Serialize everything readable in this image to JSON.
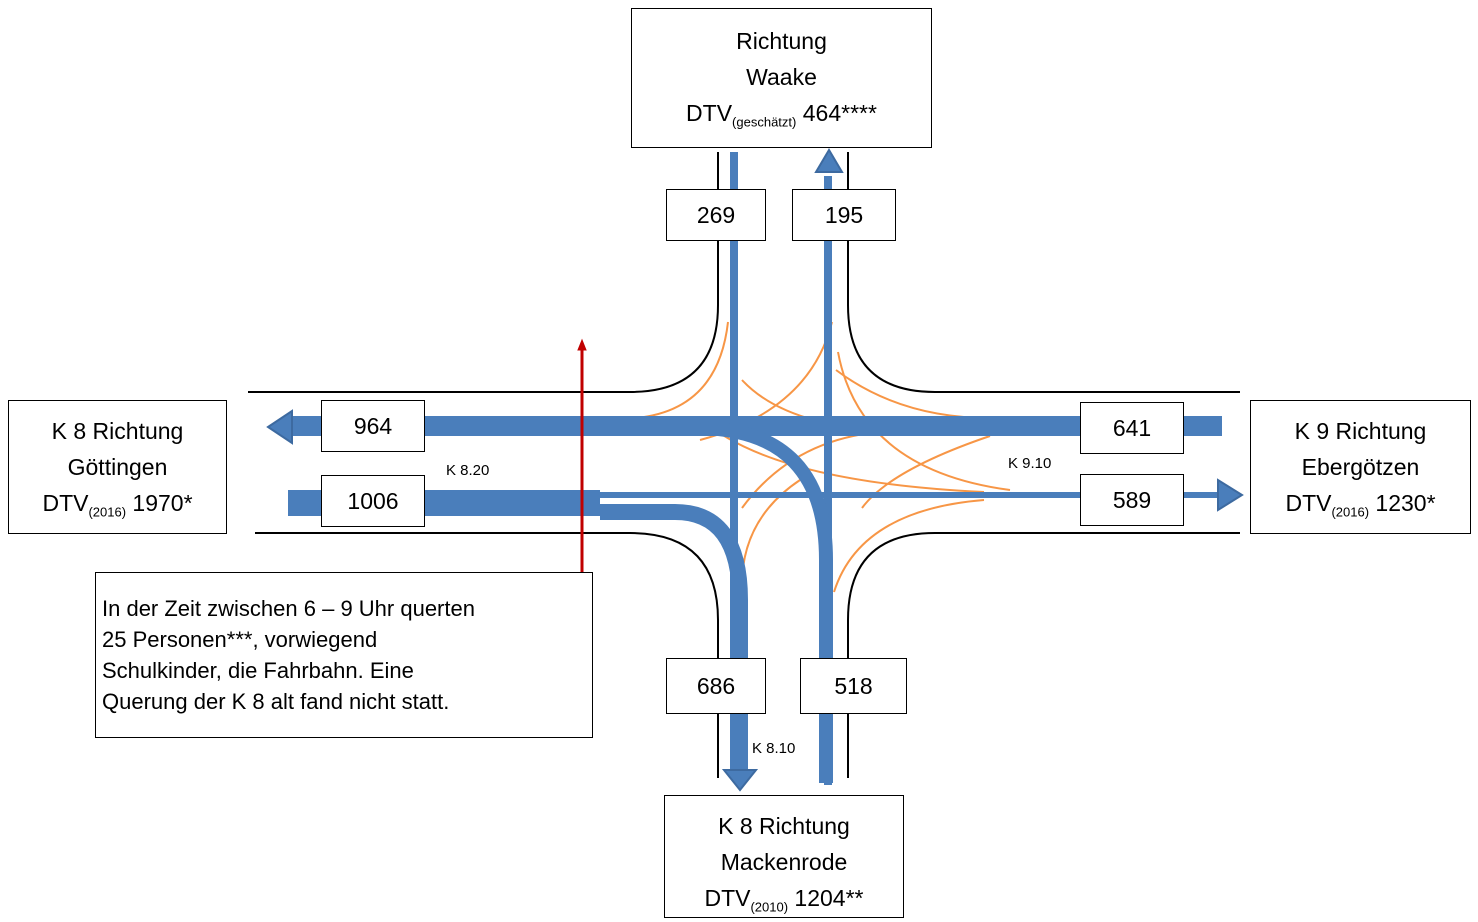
{
  "colors": {
    "flow": "#4a7ebb",
    "turn": "#f79646",
    "crossing": "#c00000",
    "road": "#000000"
  },
  "north": {
    "line1": "Richtung",
    "line2": "Waake",
    "dtv_prefix": "DTV",
    "dtv_sub": "(geschätzt)",
    "dtv_value": " 464****"
  },
  "west": {
    "line1": "K 8 Richtung",
    "line2": "Göttingen",
    "dtv_prefix": "DTV",
    "dtv_sub": "(2016)",
    "dtv_value": " 1970*"
  },
  "east": {
    "line1": "K 9 Richtung",
    "line2": "Ebergötzen",
    "dtv_prefix": "DTV",
    "dtv_sub": "(2016)",
    "dtv_value": " 1230*"
  },
  "south": {
    "line1": "K 8 Richtung",
    "line2": "Mackenrode",
    "dtv_prefix": "DTV",
    "dtv_sub": "(2010)",
    "dtv_value": " 1204**"
  },
  "counts": {
    "north_in": "269",
    "north_out": "195",
    "west_out": "964",
    "west_in": "1006",
    "east_in": "641",
    "east_out": "589",
    "south_out": "686",
    "south_in": "518"
  },
  "segments": {
    "west": "K 8.20",
    "east": "K 9.10",
    "south": "K 8.10"
  },
  "note": {
    "lines": [
      "In der Zeit zwischen 6 – 9 Uhr querten",
      "25 Personen***, vorwiegend",
      "Schulkinder, die Fahrbahn. Eine",
      "Querung der K 8 alt fand nicht statt."
    ]
  }
}
